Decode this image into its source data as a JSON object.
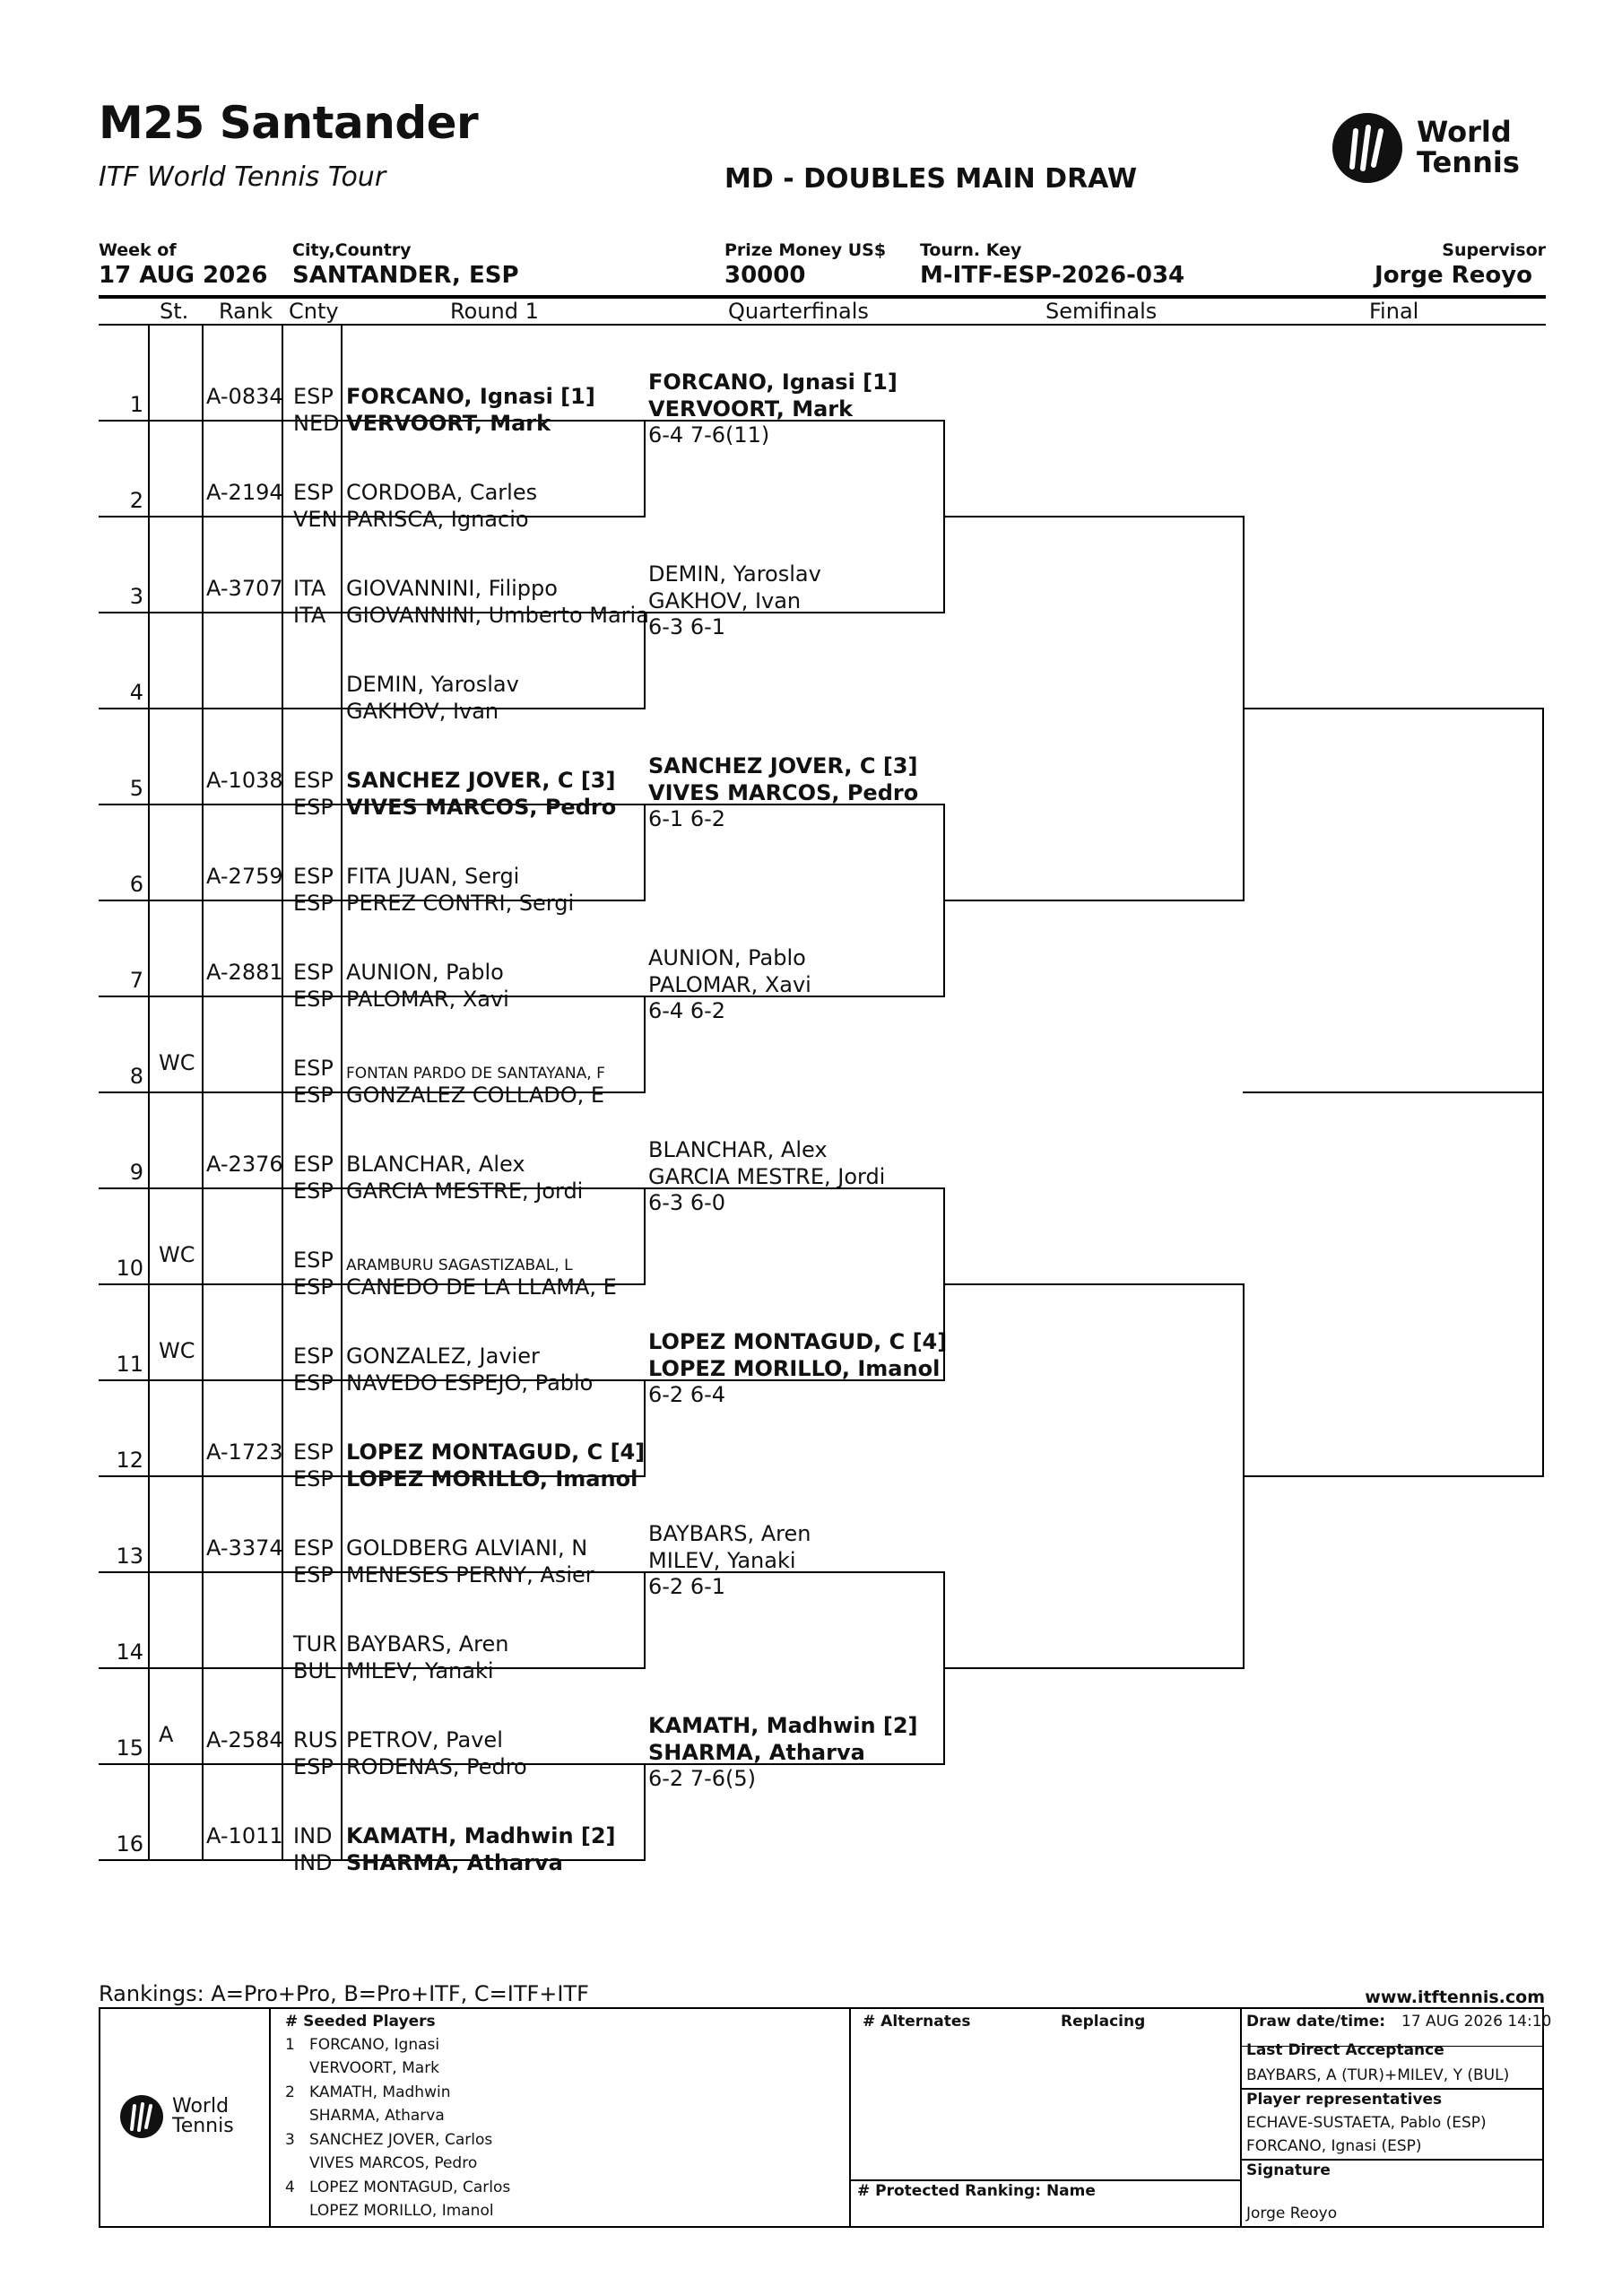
{
  "header": {
    "title": "M25 Santander",
    "subtitle": "ITF World Tennis Tour",
    "draw_name": "MD - DOUBLES MAIN DRAW",
    "logo_text": "World Tennis",
    "week_label": "Week of",
    "week_value": "17 AUG 2026",
    "city_label": "City,Country",
    "city_value": "SANTANDER, ESP",
    "prize_label": "Prize Money US$",
    "prize_value": "30000",
    "key_label": "Tourn. Key",
    "key_value": "M-ITF-ESP-2026-034",
    "supervisor_label": "Supervisor",
    "supervisor_value": "Jorge Reoyo"
  },
  "columns": {
    "st": "St.",
    "rank": "Rank",
    "cnty": "Cnty",
    "r1": "Round 1",
    "qf": "Quarterfinals",
    "sf": "Semifinals",
    "final": "Final"
  },
  "round1": [
    {
      "line": "1",
      "st": "",
      "rank": "A-0834",
      "c1": "ESP",
      "c2": "NED",
      "p1": "FORCANO, Ignasi [1]",
      "p2": "VERVOORT, Mark",
      "bold": true,
      "small": false
    },
    {
      "line": "2",
      "st": "",
      "rank": "A-2194",
      "c1": "ESP",
      "c2": "VEN",
      "p1": "CORDOBA, Carles",
      "p2": "PARISCA, Ignacio",
      "bold": false,
      "small": false
    },
    {
      "line": "3",
      "st": "",
      "rank": "A-3707",
      "c1": "ITA",
      "c2": "ITA",
      "p1": "GIOVANNINI, Filippo",
      "p2": "GIOVANNINI, Umberto Maria",
      "bold": false,
      "small": false
    },
    {
      "line": "4",
      "st": "",
      "rank": "",
      "c1": "",
      "c2": "",
      "p1": "DEMIN, Yaroslav",
      "p2": "GAKHOV, Ivan",
      "bold": false,
      "small": false
    },
    {
      "line": "5",
      "st": "",
      "rank": "A-1038",
      "c1": "ESP",
      "c2": "ESP",
      "p1": "SANCHEZ JOVER, C [3]",
      "p2": "VIVES MARCOS, Pedro",
      "bold": true,
      "small": false
    },
    {
      "line": "6",
      "st": "",
      "rank": "A-2759",
      "c1": "ESP",
      "c2": "ESP",
      "p1": "FITA JUAN, Sergi",
      "p2": "PEREZ CONTRI, Sergi",
      "bold": false,
      "small": false
    },
    {
      "line": "7",
      "st": "",
      "rank": "A-2881",
      "c1": "ESP",
      "c2": "ESP",
      "p1": "AUNION, Pablo",
      "p2": "PALOMAR, Xavi",
      "bold": false,
      "small": false
    },
    {
      "line": "8",
      "st": "WC",
      "rank": "",
      "c1": "ESP",
      "c2": "ESP",
      "p1": "FONTAN PARDO DE SANTAYANA, F",
      "p2": "GONZALEZ COLLADO, E",
      "bold": false,
      "small": true
    },
    {
      "line": "9",
      "st": "",
      "rank": "A-2376",
      "c1": "ESP",
      "c2": "ESP",
      "p1": "BLANCHAR, Alex",
      "p2": "GARCIA MESTRE, Jordi",
      "bold": false,
      "small": false
    },
    {
      "line": "10",
      "st": "WC",
      "rank": "",
      "c1": "ESP",
      "c2": "ESP",
      "p1": "ARAMBURU SAGASTIZABAL, L",
      "p2": "CANEDO DE LA LLAMA, E",
      "bold": false,
      "small": true
    },
    {
      "line": "11",
      "st": "WC",
      "rank": "",
      "c1": "ESP",
      "c2": "ESP",
      "p1": "GONZALEZ, Javier",
      "p2": "NAVEDO ESPEJO, Pablo",
      "bold": false,
      "small": false
    },
    {
      "line": "12",
      "st": "",
      "rank": "A-1723",
      "c1": "ESP",
      "c2": "ESP",
      "p1": "LOPEZ MONTAGUD, C [4]",
      "p2": "LOPEZ MORILLO, Imanol",
      "bold": true,
      "small": false
    },
    {
      "line": "13",
      "st": "",
      "rank": "A-3374",
      "c1": "ESP",
      "c2": "ESP",
      "p1": "GOLDBERG ALVIANI, N",
      "p2": "MENESES PERNY, Asier",
      "bold": false,
      "small": false
    },
    {
      "line": "14",
      "st": "",
      "rank": "",
      "c1": "TUR",
      "c2": "BUL",
      "p1": "BAYBARS, Aren",
      "p2": "MILEV, Yanaki",
      "bold": false,
      "small": false
    },
    {
      "line": "15",
      "st": "A",
      "rank": "A-2584",
      "c1": "RUS",
      "c2": "ESP",
      "p1": "PETROV, Pavel",
      "p2": "RODENAS, Pedro",
      "bold": false,
      "small": false
    },
    {
      "line": "16",
      "st": "",
      "rank": "A-1011",
      "c1": "IND",
      "c2": "IND",
      "p1": "KAMATH, Madhwin [2]",
      "p2": "SHARMA, Atharva",
      "bold": true,
      "small": false
    }
  ],
  "quarterfinals": [
    {
      "p1": "FORCANO, Ignasi [1]",
      "p2": "VERVOORT, Mark",
      "score": "6-4 7-6(11)",
      "bold": true
    },
    {
      "p1": "DEMIN, Yaroslav",
      "p2": "GAKHOV, Ivan",
      "score": "6-3 6-1",
      "bold": false
    },
    {
      "p1": "SANCHEZ JOVER, C [3]",
      "p2": "VIVES MARCOS, Pedro",
      "score": "6-1 6-2",
      "bold": true
    },
    {
      "p1": "AUNION, Pablo",
      "p2": "PALOMAR, Xavi",
      "score": "6-4 6-2",
      "bold": false
    },
    {
      "p1": "BLANCHAR, Alex",
      "p2": "GARCIA MESTRE, Jordi",
      "score": "6-3 6-0",
      "bold": false
    },
    {
      "p1": "LOPEZ MONTAGUD, C [4]",
      "p2": "LOPEZ MORILLO, Imanol",
      "score": "6-2 6-4",
      "bold": true
    },
    {
      "p1": "BAYBARS, Aren",
      "p2": "MILEV, Yanaki",
      "score": "6-2 6-1",
      "bold": false
    },
    {
      "p1": "KAMATH, Madhwin [2]",
      "p2": "SHARMA, Atharva",
      "score": "6-2 7-6(5)",
      "bold": true
    }
  ],
  "footer": {
    "rankings": "Rankings: A=Pro+Pro, B=Pro+ITF, C=ITF+ITF",
    "website": "www.itftennis.com",
    "seeded_header": "#   Seeded Players",
    "seeded": [
      {
        "n": "1",
        "a": "FORCANO, Ignasi",
        "b": "VERVOORT, Mark"
      },
      {
        "n": "2",
        "a": "KAMATH, Madhwin",
        "b": "SHARMA, Atharva"
      },
      {
        "n": "3",
        "a": "SANCHEZ JOVER, Carlos",
        "b": "VIVES MARCOS, Pedro"
      },
      {
        "n": "4",
        "a": "LOPEZ MONTAGUD, Carlos",
        "b": "LOPEZ MORILLO, Imanol"
      }
    ],
    "alternates_header": "# Alternates",
    "replacing_header": "Replacing",
    "protected_header": "#  Protected Ranking: Name",
    "draw_date_label": "Draw date/time:",
    "draw_date_value": "17 AUG 2026 14:10",
    "lda_label": "Last Direct Acceptance",
    "lda_value": "BAYBARS, A (TUR)+MILEV, Y (BUL)",
    "reps_label": "Player representatives",
    "rep1": "ECHAVE-SUSTAETA, Pablo (ESP)",
    "rep2": "FORCANO, Ignasi (ESP)",
    "signature_label": "Signature",
    "signature_value": "Jorge Reoyo"
  }
}
